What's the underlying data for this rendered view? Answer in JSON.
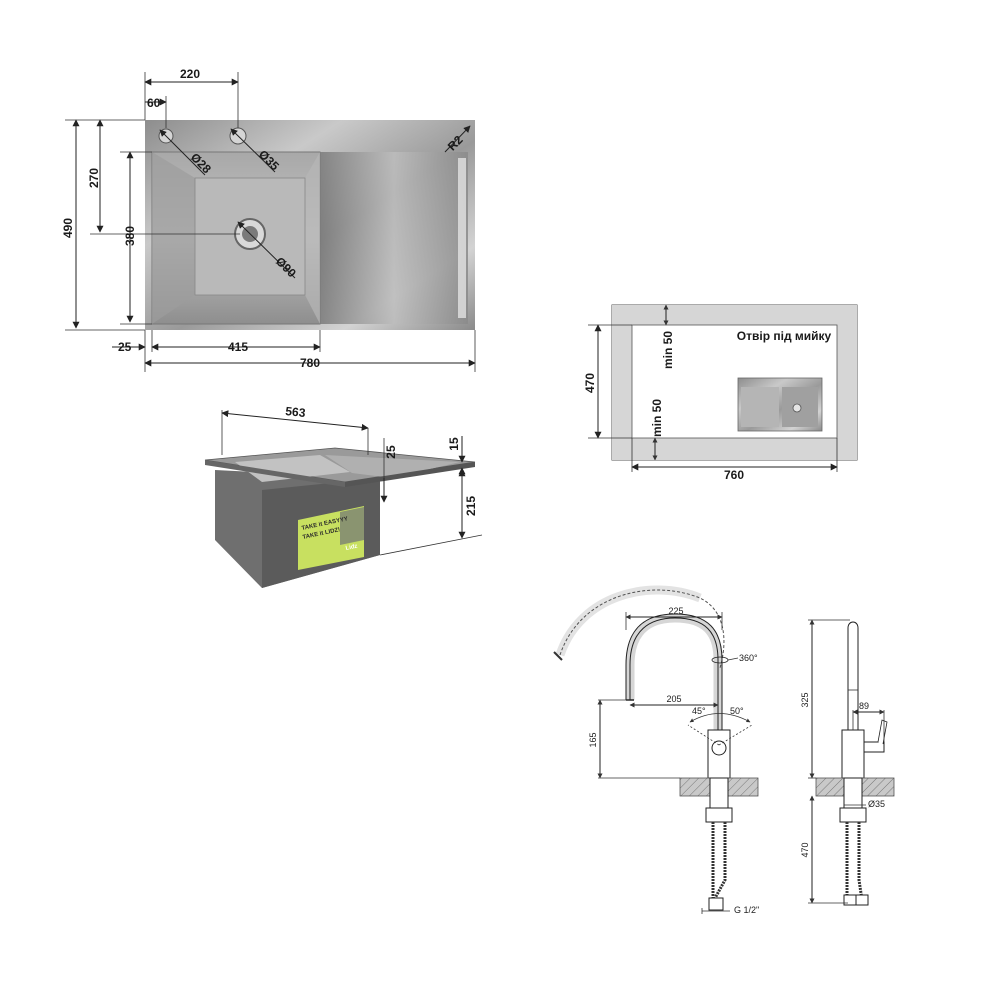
{
  "top_view": {
    "dims": {
      "d220": "220",
      "d60": "60",
      "d490": "490",
      "d270": "270",
      "d380": "380",
      "d25": "25",
      "d415": "415",
      "d780": "780",
      "r2": "R2",
      "o28": "Ø28",
      "o35": "Ø35",
      "o90": "Ø90"
    }
  },
  "perspective_view": {
    "dims": {
      "d563": "563",
      "d25": "25",
      "d15": "15",
      "d215": "215"
    },
    "label_sticker": {
      "line1": "TAKE it EASYYY",
      "line2": "TAKE it LIDZ!",
      "brand": "Lidz"
    }
  },
  "cutout": {
    "title": "Отвір під мийку",
    "min_top": "min 50",
    "min_left": "min 50",
    "d470": "470",
    "d760": "760"
  },
  "faucet_front": {
    "d225": "225",
    "d205": "205",
    "d165": "165",
    "rot": "360°",
    "a45": "45°",
    "a50": "50°",
    "thread": "G 1/2\""
  },
  "faucet_side": {
    "d325": "325",
    "d89": "89",
    "o35": "Ø35",
    "d470": "470"
  }
}
